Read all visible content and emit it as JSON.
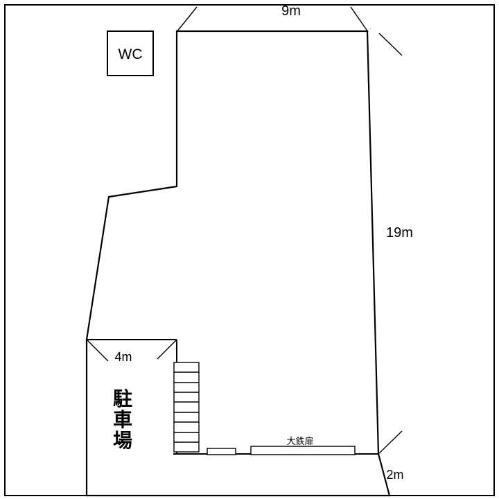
{
  "background": "#ffffff",
  "line_color": "#000000",
  "plan": {
    "wc_label": "WC",
    "dims": {
      "top_width": "9m",
      "right_height": "19m",
      "parking_width": "4m",
      "bottom_depth": "2m"
    },
    "parking": {
      "label": "駐車場",
      "chars": [
        "駐",
        "車",
        "場"
      ]
    },
    "door_label": "大鉄扉"
  }
}
